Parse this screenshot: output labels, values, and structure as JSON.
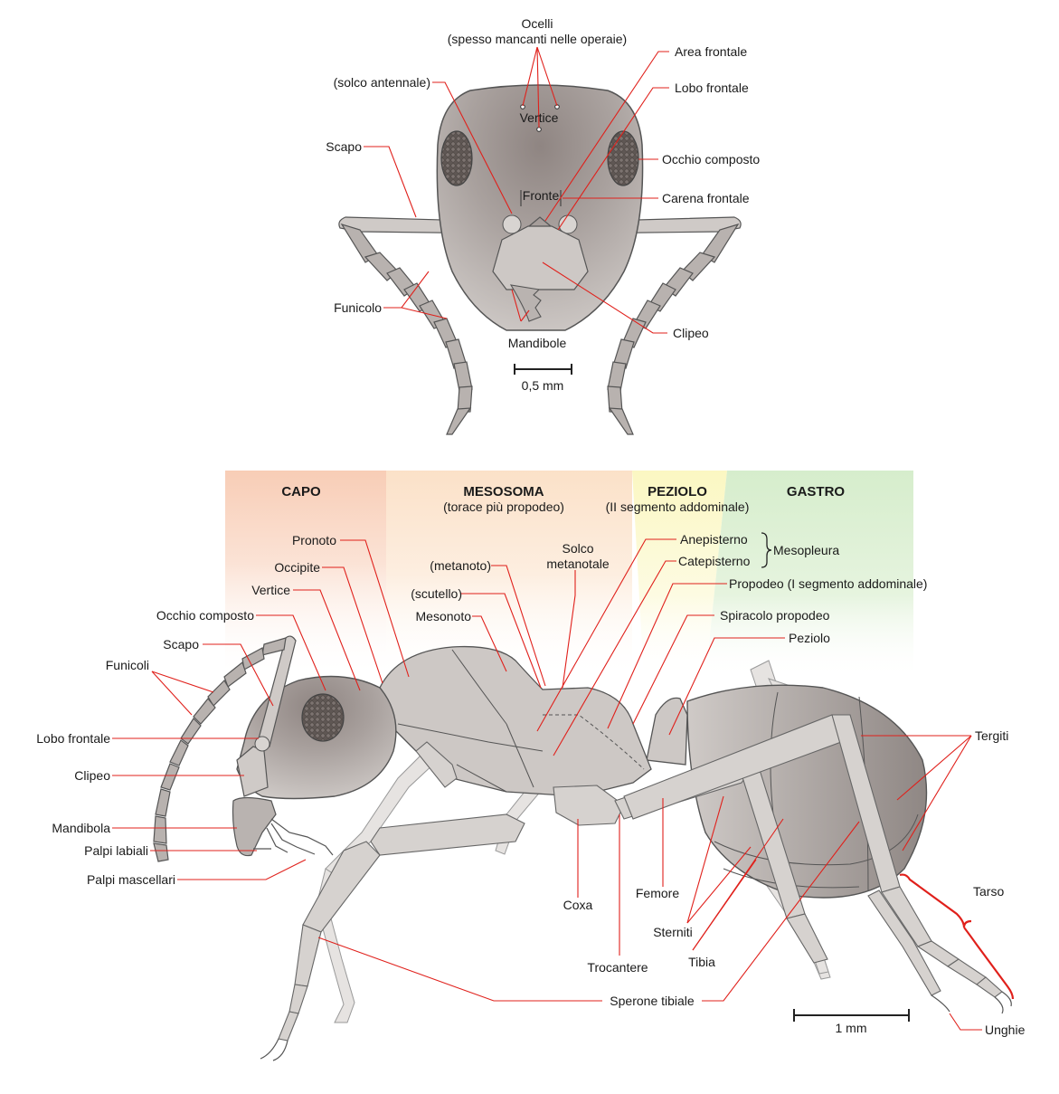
{
  "colors": {
    "leader": "#e0201b",
    "capo": "#f8cdb6",
    "mesosoma": "#fbe1c8",
    "peziolo": "#fbf7c2",
    "gastro": "#d6edcc"
  },
  "head_view": {
    "labels": {
      "ocelli": "Ocelli",
      "ocelli_note": "(spesso mancanti nelle operaie)",
      "vertice": "Vertice",
      "fronte": "Fronte",
      "solco_antennale": "(solco antennale)",
      "scapo": "Scapo",
      "funicolo": "Funicolo",
      "mandibole": "Mandibole",
      "area_frontale": "Area frontale",
      "lobo_frontale": "Lobo frontale",
      "occhio_composto": "Occhio composto",
      "carena_frontale": "Carena frontale",
      "clipeo": "Clipeo"
    },
    "scale_label": "0,5 mm"
  },
  "body_view": {
    "bands": {
      "capo": "CAPO",
      "mesosoma": "MESOSOMA",
      "mesosoma_sub": "(torace più propodeo)",
      "peziolo": "PEZIOLO",
      "peziolo_sub": "(II segmento addominale)",
      "gastro": "GASTRO"
    },
    "labels": {
      "pronoto": "Pronoto",
      "occipite": "Occipite",
      "vertice": "Vertice",
      "occhio_composto": "Occhio composto",
      "scapo": "Scapo",
      "funicoli": "Funicoli",
      "lobo_frontale": "Lobo frontale",
      "clipeo": "Clipeo",
      "mandibola": "Mandibola",
      "palpi_labiali": "Palpi labiali",
      "palpi_mascellari": "Palpi mascellari",
      "metanoto": "(metanoto)",
      "scutello": "(scutello)",
      "mesonoto": "Mesonoto",
      "solco_metanotale_1": "Solco",
      "solco_metanotale_2": "metanotale",
      "anepisterno": "Anepisterno",
      "catepisterno": "Catepisterno",
      "mesopleura": "Mesopleura",
      "propodeo": "Propodeo (I segmento addominale)",
      "spiracolo_propodeo": "Spiracolo propodeo",
      "peziolo": "Peziolo",
      "tergiti": "Tergiti",
      "tarso": "Tarso",
      "unghie": "Unghie",
      "coxa": "Coxa",
      "femore": "Femore",
      "sterniti": "Sterniti",
      "tibia": "Tibia",
      "trocantere": "Trocantere",
      "sperone_tibiale": "Sperone tibiale"
    },
    "scale_label": "1 mm"
  }
}
